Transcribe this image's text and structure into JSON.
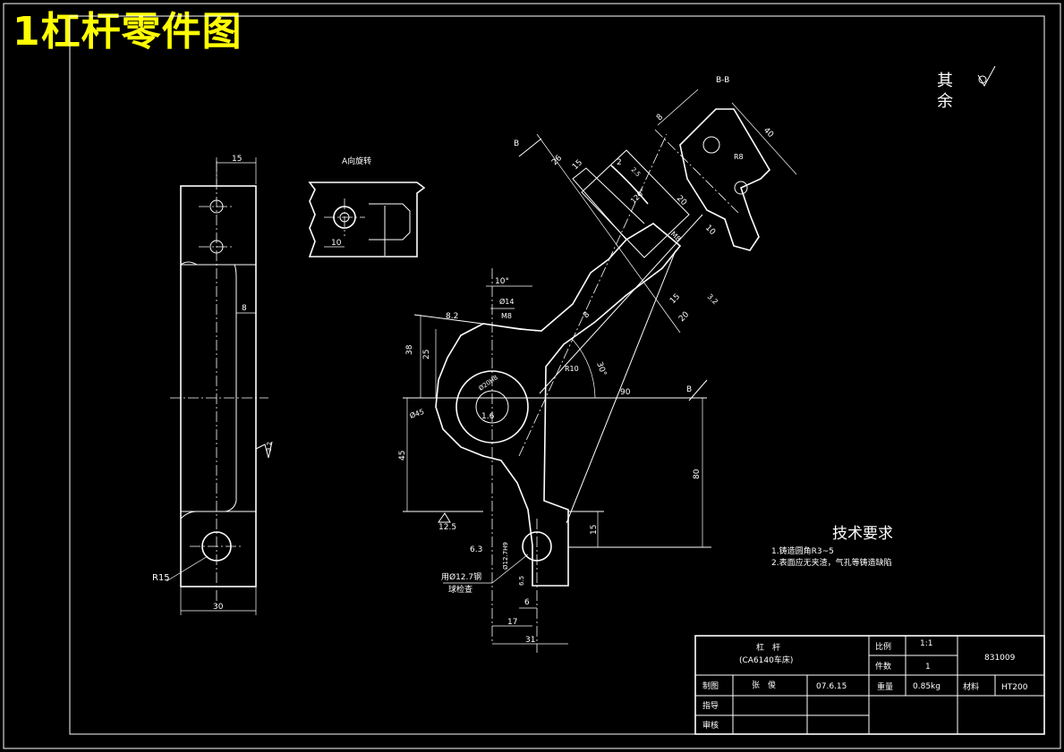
{
  "headline": "1杠杆零件图",
  "views": {
    "section_bb": "B-B",
    "view_a": "A向旋转",
    "section_mark": "B"
  },
  "roughness_note": {
    "line1": "其",
    "line2": "余"
  },
  "tech_requirements": {
    "title": "技术要求",
    "items": [
      "1.铸造圆角R3~5",
      "2.表面应无夹渣，气孔等铸造缺陷"
    ]
  },
  "dimensions": {
    "side_top_width": "15",
    "side_bottom_width": "30",
    "side_inner": "8",
    "side_radius": "R15",
    "side_rough": "3.2",
    "view_a_dim": "10",
    "angle_10": "10°",
    "d14": "Ø14",
    "m8": "M8",
    "d8_2": "8.2",
    "d38": "38",
    "d25": "25",
    "d20h": "Ø20H8",
    "d45": "Ø45",
    "r10": "R10",
    "angle_30": "30°",
    "d90": "90",
    "d16": "1.6",
    "d45v": "45",
    "d80": "80",
    "d15": "15",
    "r12": "12.5",
    "d6_3": "6.3",
    "d12_7": "Ø12.7H9",
    "d6_5": "6.5",
    "d6": "6",
    "d17": "17",
    "d31": "31",
    "d8": "8",
    "r8": "R8",
    "d40": "40",
    "d26": "26",
    "d15b": "15",
    "d2": "2",
    "d2_5": "2.5",
    "angle_120": "120°",
    "d20": "20",
    "d10": "10",
    "m8b": "M8",
    "d15c": "15",
    "d20b": "20",
    "d3_2b": "3.2",
    "d8c": "8",
    "ball_note_1": "用Ø12.7钢",
    "ball_note_2": "球检查"
  },
  "title_block": {
    "part_name": "杠　杆",
    "machine": "(CA6140车床)",
    "scale_label": "比例",
    "scale_value": "1:1",
    "qty_label": "件数",
    "qty_value": "1",
    "drawing_no": "831009",
    "drawn_label": "制图",
    "drawn_name": "张　俊",
    "drawn_date": "07.6.15",
    "weight_label": "重量",
    "weight_value": "0.85kg",
    "material_label": "材料",
    "material_value": "HT200",
    "guide_label": "指导",
    "review_label": "审核"
  }
}
